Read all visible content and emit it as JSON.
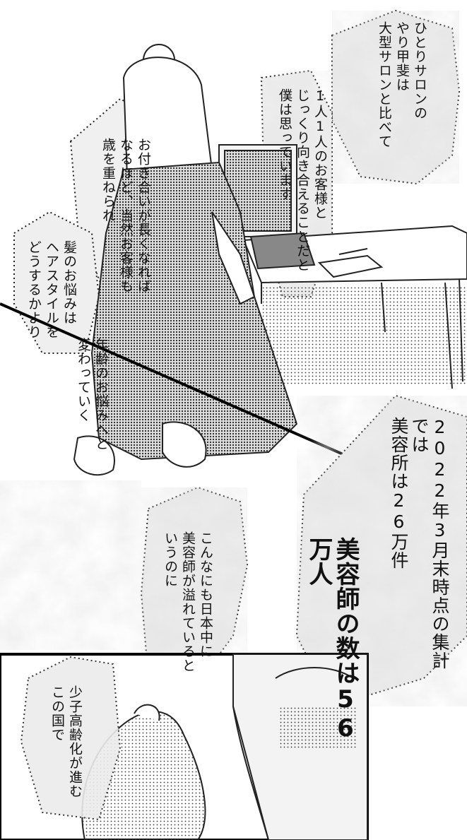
{
  "panel1": {
    "caption_right": "ひとりサロンの\nやり甲斐は\n大型サロンと比べて",
    "caption_center": "1人1人のお客様と\nじっくり向き合えることだと\n僕は思っています",
    "caption_left_top": "お付き合いが長くなれば\nなるほど、当然お客様も\n歳を重ねられ",
    "caption_left_bottom": "年齢のお悩みへと\n変わっていく",
    "caption_far_left": "髪のお悩みは\nヘアスタイルを\nどうするかより"
  },
  "panel2": {
    "caption_stat1": "2022年3月末時点の集計では\n美容所は26万件",
    "caption_stat2": "美容師の数は56万人",
    "caption_middle": "こんなにも日本中に\n美容師が溢れていると\nいうのに"
  },
  "panel3": {
    "caption": "少子高齢化が進む\nこの国で"
  }
}
